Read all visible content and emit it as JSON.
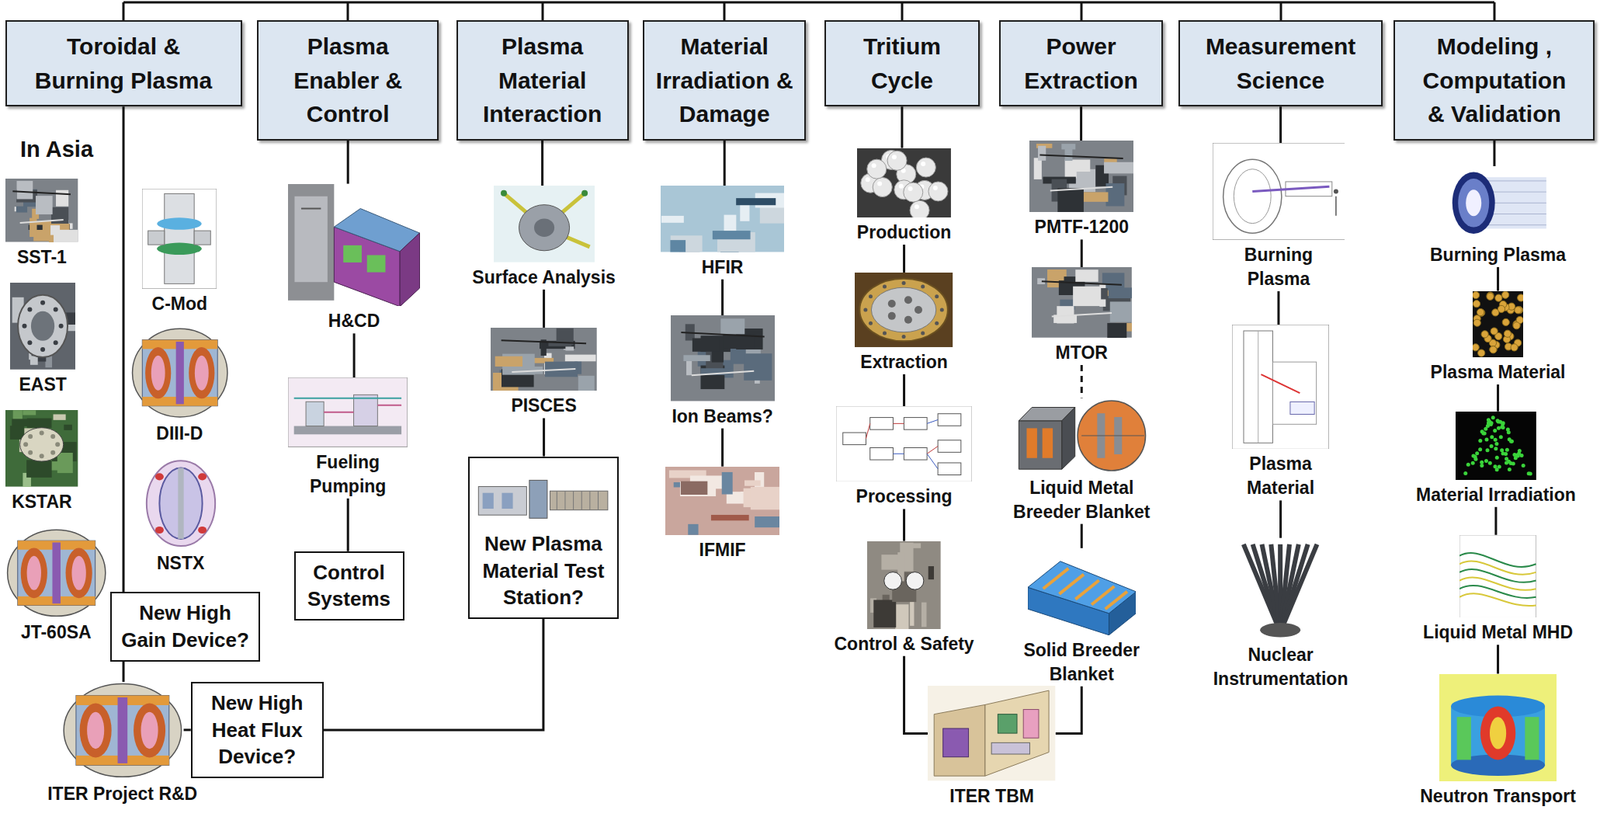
{
  "diagram": {
    "nodes": [
      {
        "text": [
          "Toroidal & Burning Plasma"
        ]
      },
      {
        "text": [
          "Plasma Enabler & Control"
        ]
      },
      {
        "text": [
          "Plasma Material Interaction"
        ]
      },
      {
        "text": [
          "Material Irradiation & Damage"
        ]
      },
      {
        "text": [
          "Tritium Cycle"
        ]
      },
      {
        "text": [
          "Power Extraction"
        ]
      },
      {
        "text": [
          "Measurement Science"
        ]
      },
      {
        "text": [
          "Modeling , Computation & Validation"
        ]
      },
      {
        "text": [
          "SST-1"
        ]
      },
      {
        "text": [
          "EAST"
        ]
      },
      {
        "text": [
          "KSTAR"
        ]
      },
      {
        "text": [
          "JT-60SA"
        ]
      },
      {
        "text": [
          "C-Mod"
        ]
      },
      {
        "text": [
          "DIII-D"
        ]
      },
      {
        "text": [
          "NSTX"
        ]
      },
      {
        "text": [
          "New High Gain Device?"
        ]
      },
      {
        "text": [
          "ITER Project R&D"
        ]
      },
      {
        "text": [
          "New High Heat Flux Device?"
        ]
      },
      {
        "text": [
          "H&CD"
        ]
      },
      {
        "text": [
          "Fueling Pumping"
        ]
      },
      {
        "text": [
          "Control Systems"
        ]
      },
      {
        "text": [
          "Surface Analysis"
        ]
      },
      {
        "text": [
          "PISCES"
        ]
      },
      {
        "text": [
          "New Plasma Material Test Station?"
        ]
      },
      {
        "text": [
          "HFIR"
        ]
      },
      {
        "text": [
          "Ion Beams?"
        ]
      },
      {
        "text": [
          "IFMIF"
        ]
      },
      {
        "text": [
          "Production"
        ]
      },
      {
        "text": [
          "Extraction"
        ]
      },
      {
        "text": [
          "Processing"
        ]
      },
      {
        "text": [
          "Control & Safety"
        ]
      },
      {
        "text": [
          "ITER TBM"
        ]
      },
      {
        "text": [
          "PMTF-1200"
        ]
      },
      {
        "text": [
          "MTOR"
        ]
      },
      {
        "text": [
          "Liquid Metal Breeder Blanket"
        ]
      },
      {
        "text": [
          "Solid Breeder Blanket"
        ]
      },
      {
        "text": [
          "Burning Plasma"
        ]
      },
      {
        "text": [
          "Plasma Material"
        ]
      },
      {
        "text": [
          "Nuclear Instrumentation"
        ]
      },
      {
        "text": [
          "Burning Plasma"
        ]
      },
      {
        "text": [
          "Plasma Material"
        ]
      },
      {
        "text": [
          "Material Irradiation"
        ]
      },
      {
        "text": [
          "Liquid Metal MHD"
        ]
      },
      {
        "text": [
          "Neutron Transport"
        ]
      }
    ],
    "edges": [
      {
        "from": 0,
        "to": 15,
        "arrow": "none"
      },
      {
        "from": 15,
        "to": 16,
        "arrow": "none"
      },
      {
        "from": 16,
        "to": 17,
        "arrow": "none"
      },
      {
        "from": 17,
        "to": 23,
        "arrow": "none"
      },
      {
        "from": 1,
        "to": 18,
        "arrow": "none"
      },
      {
        "from": 18,
        "to": 19,
        "arrow": "none"
      },
      {
        "from": 19,
        "to": 20,
        "arrow": "none"
      },
      {
        "from": 2,
        "to": 21,
        "arrow": "none"
      },
      {
        "from": 21,
        "to": 22,
        "arrow": "none"
      },
      {
        "from": 22,
        "to": 23,
        "arrow": "none"
      },
      {
        "from": 3,
        "to": 24,
        "arrow": "none"
      },
      {
        "from": 24,
        "to": 25,
        "arrow": "none"
      },
      {
        "from": 25,
        "to": 26,
        "arrow": "none"
      },
      {
        "from": 4,
        "to": 27,
        "arrow": "none"
      },
      {
        "from": 27,
        "to": 28,
        "arrow": "none"
      },
      {
        "from": 28,
        "to": 29,
        "arrow": "none"
      },
      {
        "from": 29,
        "to": 30,
        "arrow": "none"
      },
      {
        "from": 30,
        "to": 31,
        "arrow": "none"
      },
      {
        "from": 5,
        "to": 32,
        "arrow": "none"
      },
      {
        "from": 32,
        "to": 33,
        "arrow": "none"
      },
      {
        "from": 33,
        "to": 34,
        "arrow": "none"
      },
      {
        "from": 34,
        "to": 35,
        "arrow": "none"
      },
      {
        "from": 35,
        "to": 31,
        "arrow": "none"
      },
      {
        "from": 6,
        "to": 36,
        "arrow": "none"
      },
      {
        "from": 36,
        "to": 37,
        "arrow": "none"
      },
      {
        "from": 37,
        "to": 38,
        "arrow": "none"
      },
      {
        "from": 7,
        "to": 39,
        "arrow": "none"
      },
      {
        "from": 39,
        "to": 40,
        "arrow": "none"
      },
      {
        "from": 40,
        "to": 41,
        "arrow": "none"
      },
      {
        "from": 41,
        "to": 42,
        "arrow": "none"
      },
      {
        "from": 42,
        "to": 43,
        "arrow": "none"
      }
    ],
    "labels": [
      "In Asia"
    ]
  }
}
